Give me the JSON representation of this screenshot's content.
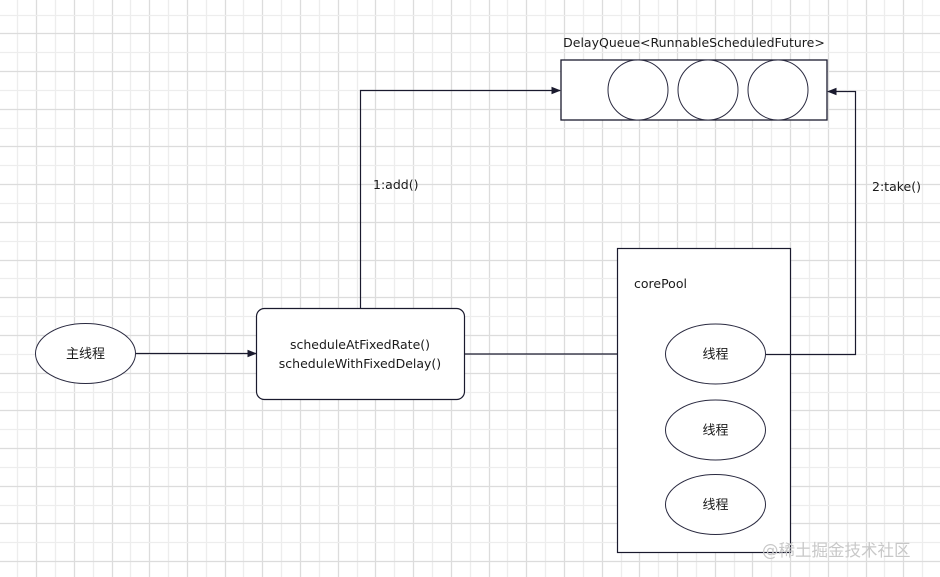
{
  "diagram": {
    "queue": {
      "title": "DelayQueue<RunnableScheduledFuture>",
      "slot_count": 3
    },
    "main_thread": {
      "label": "主线程"
    },
    "scheduler": {
      "line1": "scheduleAtFixedRate()",
      "line2": "scheduleWithFixedDelay()"
    },
    "core_pool": {
      "title": "corePool",
      "threads": [
        {
          "label": "线程"
        },
        {
          "label": "线程"
        },
        {
          "label": "线程"
        }
      ]
    },
    "edges": {
      "add": "1:add()",
      "take": "2:take()"
    }
  },
  "colors": {
    "stroke": "#1a1a2e",
    "grid_major": "#dcdcdc",
    "grid_minor": "#ededed",
    "text": "#1a1a1a"
  },
  "watermark": "@稀土掘金技术社区"
}
